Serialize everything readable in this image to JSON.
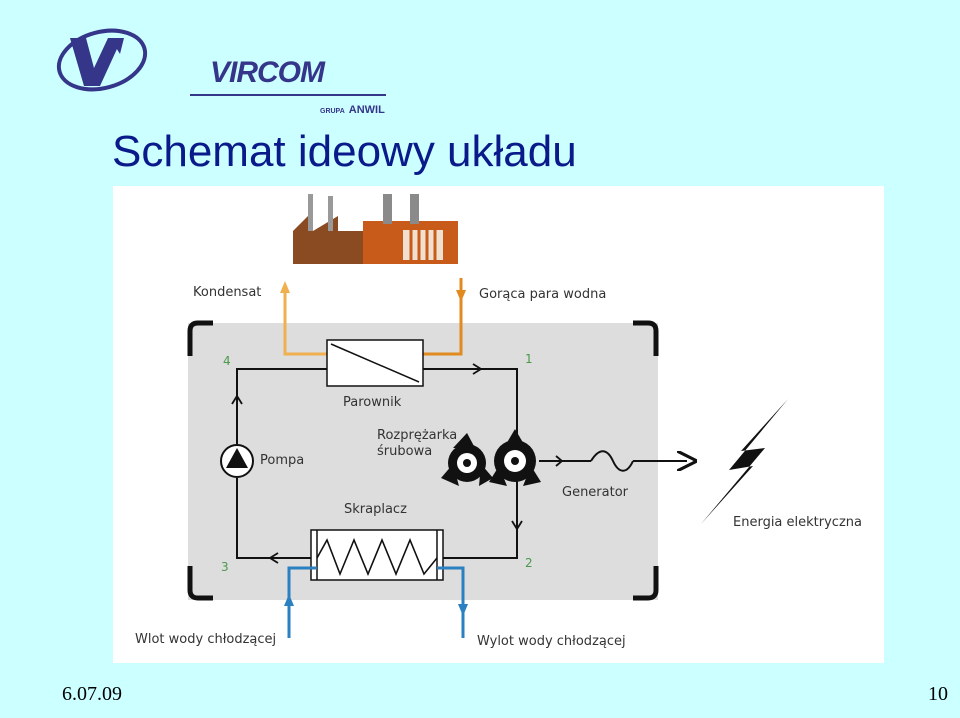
{
  "logo": {
    "name": "VIRCOM",
    "group_prefix": "GRUPA",
    "group_name": "ANWIL"
  },
  "title": "Schemat ideowy układu",
  "diagram": {
    "labels": {
      "kondensat": "Kondensat",
      "goraca_para": "Gorąca para wodna",
      "parownik": "Parownik",
      "rozprezarka_1": "Rozprężarka",
      "rozprezarka_2": "śrubowa",
      "pompa": "Pompa",
      "generator": "Generator",
      "energia": "Energia elektryczna",
      "skraplacz": "Skraplacz",
      "wlot": "Wlot wody chłodzącej",
      "wylot": "Wylot wody chłodzącej"
    },
    "points": {
      "p1": "1",
      "p2": "2",
      "p3": "3",
      "p4": "4"
    },
    "colors": {
      "steam": "#e08a20",
      "condensate": "#f0b050",
      "water": "#2a80c0",
      "loop": "#111111",
      "panel": "#dddddd",
      "factory": "#c85a1a"
    }
  },
  "footer": {
    "date": "6.07.09",
    "page": "10"
  }
}
